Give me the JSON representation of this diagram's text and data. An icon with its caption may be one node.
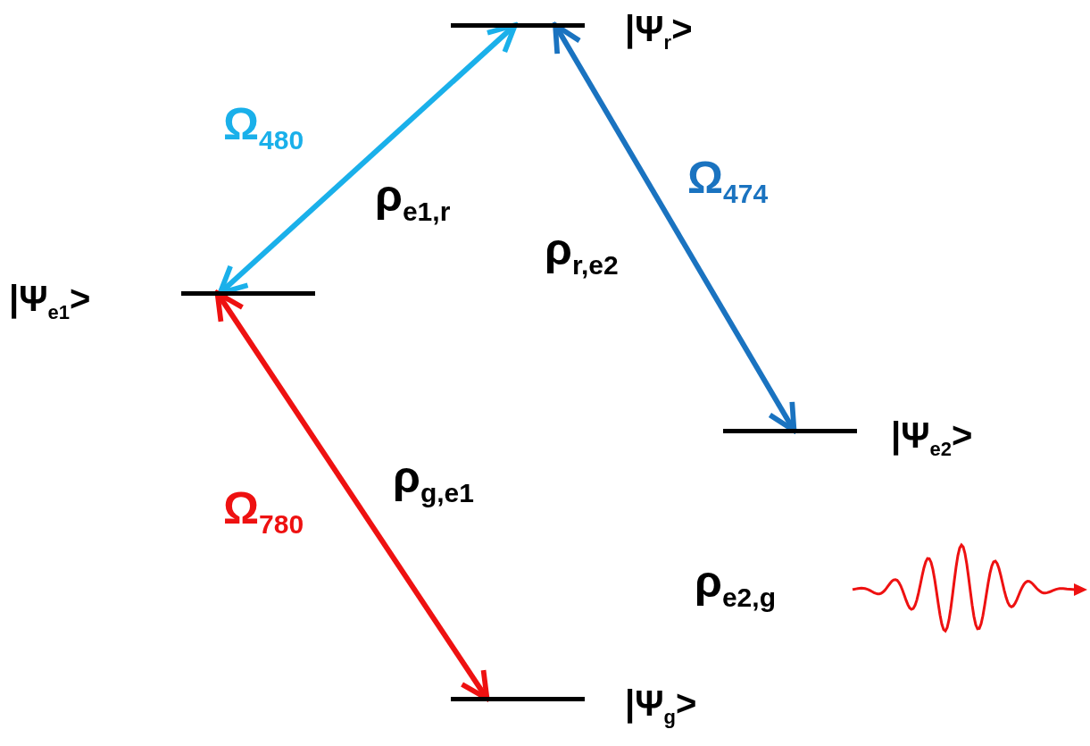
{
  "diagram": {
    "nodes": [
      {
        "text": [],
        "shape": "bar",
        "beside": [
          "|Ψ$_{r}$>"
        ]
      },
      {
        "text": [],
        "shape": "bar",
        "beside": [
          "|Ψ$_{e1}$>"
        ]
      },
      {
        "text": [],
        "shape": "bar",
        "beside": [
          "|Ψ$_{e2}$>"
        ]
      },
      {
        "text": [],
        "shape": "bar",
        "beside": [
          "|Ψ$_{g}$>"
        ]
      }
    ],
    "edges": [
      {
        "from": 1,
        "to": 0,
        "arrow": "both",
        "label": "Ω$_{480}$",
        "color": "#1ab0ea"
      },
      {
        "from": 0,
        "to": 2,
        "arrow": "both",
        "label": "Ω$_{474}$",
        "color": "#1a73c0"
      },
      {
        "from": 1,
        "to": 3,
        "arrow": "both",
        "label": "Ω$_{780}$",
        "color": "#ee1111"
      }
    ],
    "labels": [
      "ρ$_{e1,r}$",
      "ρ$_{r,e2}$",
      "ρ$_{g,e1}$",
      "ρ$_{e2,g}$"
    ]
  }
}
